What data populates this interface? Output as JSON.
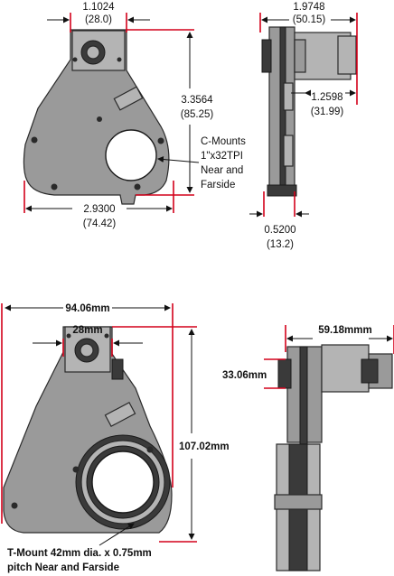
{
  "top_front": {
    "top_width": {
      "in": "1.1024",
      "mm": "(28.0)"
    },
    "height": {
      "in": "3.3564",
      "mm": "(85.25)"
    },
    "bottom_width": {
      "in": "2.9300",
      "mm": "(74.42)"
    },
    "cmount_note": [
      "C-Mounts",
      "1\"x32TPI",
      "Near and",
      "Farside"
    ]
  },
  "top_side": {
    "width": {
      "in": "1.9748",
      "mm": "(50.15)"
    },
    "motor": {
      "in": "1.2598",
      "mm": "(31.99)"
    },
    "depth": {
      "in": "0.5200",
      "mm": "(13.2)"
    }
  },
  "bottom_front": {
    "overall_width": "94.06mm",
    "top_width": "28mm",
    "height": "107.02mm",
    "tmount_note": [
      "T-Mount 42mm dia. x 0.75mm",
      "pitch Near and Farside"
    ]
  },
  "bottom_side": {
    "width": "59.18mmm",
    "offset": "33.06mm"
  }
}
